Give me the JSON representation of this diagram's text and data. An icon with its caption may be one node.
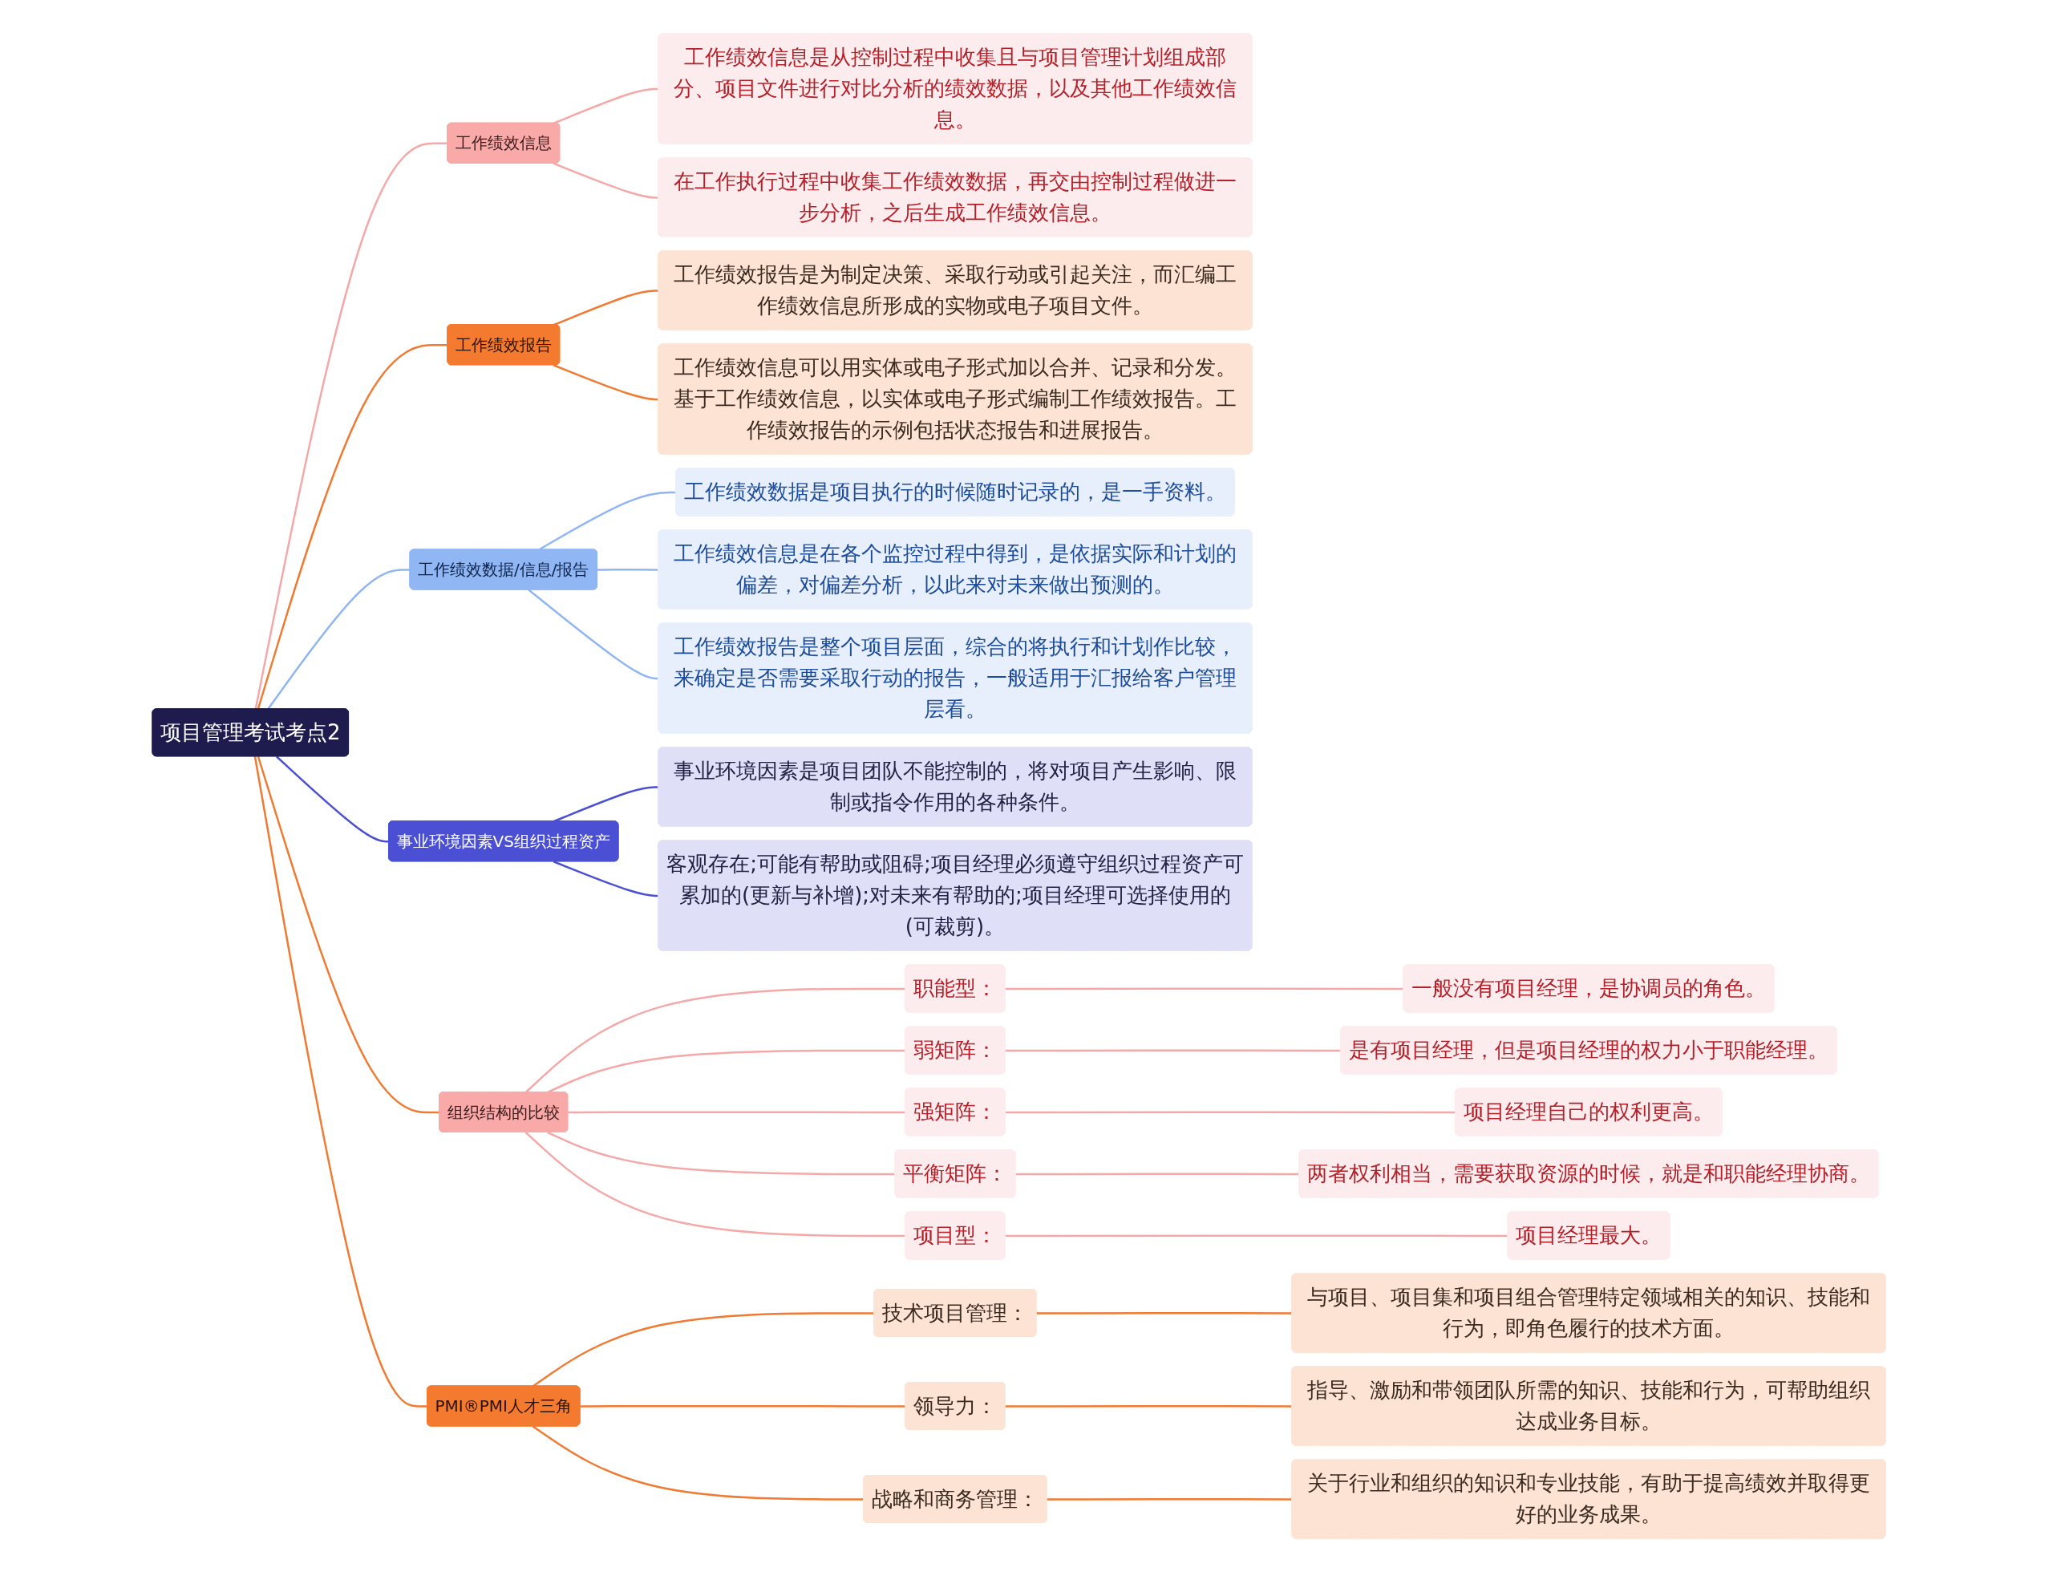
{
  "diagram": {
    "nodes": [
      {
        "text": [
          "项目管理考试考点2"
        ]
      },
      {
        "text": [
          "工作绩效信息"
        ]
      },
      {
        "text": [
          "工作绩效信息是从控制过程中收集且与项目管理计划组成部分、项目文件进行对比分析的绩效数据，以及其他工作绩效信息。"
        ]
      },
      {
        "text": [
          "在工作执行过程中收集工作绩效数据，再交由控制过程做进一步分析，之后生成工作绩效信息。"
        ]
      },
      {
        "text": [
          "工作绩效报告"
        ]
      },
      {
        "text": [
          "工作绩效报告是为制定决策、采取行动或引起关注，而汇编工作绩效信息所形成的实物或电子项目文件。"
        ]
      },
      {
        "text": [
          "工作绩效信息可以用实体或电子形式加以合并、记录和分发。基于工作绩效信息，以实体或电子形式编制工作绩效报告。工作绩效报告的示例包括状态报告和进展报告。"
        ]
      },
      {
        "text": [
          "工作绩效数据/信息/报告"
        ]
      },
      {
        "text": [
          "工作绩效数据是项目执行的时候随时记录的，是一手资料。"
        ]
      },
      {
        "text": [
          "工作绩效信息是在各个监控过程中得到，是依据实际和计划的偏差，对偏差分析，以此来对未来做出预测的。"
        ]
      },
      {
        "text": [
          "工作绩效报告是整个项目层面，综合的将执行和计划作比较，来确定是否需要采取行动的报告，一般适用于汇报给客户管理层看。"
        ]
      },
      {
        "text": [
          "事业环境因素VS组织过程资产"
        ]
      },
      {
        "text": [
          "事业环境因素是项目团队不能控制的，将对项目产生影响、限制或指令作用的各种条件。"
        ]
      },
      {
        "text": [
          "客观存在;可能有帮助或阻碍;项目经理必须遵守组织过程资产可累加的(更新与补增);对未来有帮助的;项目经理可选择使用的(可裁剪)。"
        ]
      },
      {
        "text": [
          "组织结构的比较"
        ]
      },
      {
        "text": [
          "职能型："
        ]
      },
      {
        "text": [
          "一般没有项目经理，是协调员的角色。"
        ]
      },
      {
        "text": [
          "弱矩阵："
        ]
      },
      {
        "text": [
          "是有项目经理，但是项目经理的权力小于职能经理。"
        ]
      },
      {
        "text": [
          "强矩阵："
        ]
      },
      {
        "text": [
          "项目经理自己的权利更高。"
        ]
      },
      {
        "text": [
          "平衡矩阵："
        ]
      },
      {
        "text": [
          "两者权利相当，需要获取资源的时候，就是和职能经理协商。"
        ]
      },
      {
        "text": [
          "项目型："
        ]
      },
      {
        "text": [
          "项目经理最大。"
        ]
      },
      {
        "text": [
          "PMI®PMI人才三角"
        ]
      },
      {
        "text": [
          "技术项目管理："
        ]
      },
      {
        "text": [
          "与项目、项目集和项目组合管理特定领域相关的知识、技能和行为，即角色履行的技术方面。"
        ]
      },
      {
        "text": [
          "领导力："
        ]
      },
      {
        "text": [
          "指导、激励和带领团队所需的知识、技能和行为，可帮助组织达成业务目标。"
        ]
      },
      {
        "text": [
          "战略和商务管理："
        ]
      },
      {
        "text": [
          "关于行业和组织的知识和专业技能，有助于提高绩效并取得更好的业务成果。"
        ]
      }
    ],
    "edges": [
      {
        "from": 0,
        "to": 1,
        "arrow": "none",
        "color": "#f4a9a8"
      },
      {
        "from": 1,
        "to": 2,
        "arrow": "none",
        "color": "#f4a9a8"
      },
      {
        "from": 1,
        "to": 3,
        "arrow": "none",
        "color": "#f4a9a8"
      },
      {
        "from": 0,
        "to": 4,
        "arrow": "none",
        "color": "#f07a32"
      },
      {
        "from": 4,
        "to": 5,
        "arrow": "none",
        "color": "#f07a32"
      },
      {
        "from": 4,
        "to": 6,
        "arrow": "none",
        "color": "#f07a32"
      },
      {
        "from": 0,
        "to": 7,
        "arrow": "none",
        "color": "#8fb5f2"
      },
      {
        "from": 7,
        "to": 8,
        "arrow": "none",
        "color": "#8fb5f2"
      },
      {
        "from": 7,
        "to": 9,
        "arrow": "none",
        "color": "#8fb5f2"
      },
      {
        "from": 7,
        "to": 10,
        "arrow": "none",
        "color": "#8fb5f2"
      },
      {
        "from": 0,
        "to": 11,
        "arrow": "none",
        "color": "#4a4fd4"
      },
      {
        "from": 11,
        "to": 12,
        "arrow": "none",
        "color": "#4a4fd4"
      },
      {
        "from": 11,
        "to": 13,
        "arrow": "none",
        "color": "#4a4fd4"
      },
      {
        "from": 0,
        "to": 14,
        "arrow": "none",
        "color": "#f07a32"
      },
      {
        "from": 14,
        "to": 15,
        "arrow": "none",
        "color": "#f4a9a8"
      },
      {
        "from": 15,
        "to": 16,
        "arrow": "none",
        "color": "#f4a9a8"
      },
      {
        "from": 14,
        "to": 17,
        "arrow": "none",
        "color": "#f4a9a8"
      },
      {
        "from": 17,
        "to": 18,
        "arrow": "none",
        "color": "#f4a9a8"
      },
      {
        "from": 14,
        "to": 19,
        "arrow": "none",
        "color": "#f4a9a8"
      },
      {
        "from": 19,
        "to": 20,
        "arrow": "none",
        "color": "#f4a9a8"
      },
      {
        "from": 14,
        "to": 21,
        "arrow": "none",
        "color": "#f4a9a8"
      },
      {
        "from": 21,
        "to": 22,
        "arrow": "none",
        "color": "#f4a9a8"
      },
      {
        "from": 14,
        "to": 23,
        "arrow": "none",
        "color": "#f4a9a8"
      },
      {
        "from": 23,
        "to": 24,
        "arrow": "none",
        "color": "#f4a9a8"
      },
      {
        "from": 0,
        "to": 25,
        "arrow": "none",
        "color": "#f07a32"
      },
      {
        "from": 25,
        "to": 26,
        "arrow": "none",
        "color": "#f07a32"
      },
      {
        "from": 26,
        "to": 27,
        "arrow": "none",
        "color": "#f07a32"
      },
      {
        "from": 25,
        "to": 28,
        "arrow": "none",
        "color": "#f07a32"
      },
      {
        "from": 28,
        "to": 29,
        "arrow": "none",
        "color": "#f07a32"
      },
      {
        "from": 25,
        "to": 30,
        "arrow": "none",
        "color": "#f07a32"
      },
      {
        "from": 30,
        "to": 31,
        "arrow": "none",
        "color": "#f07a32"
      }
    ]
  }
}
